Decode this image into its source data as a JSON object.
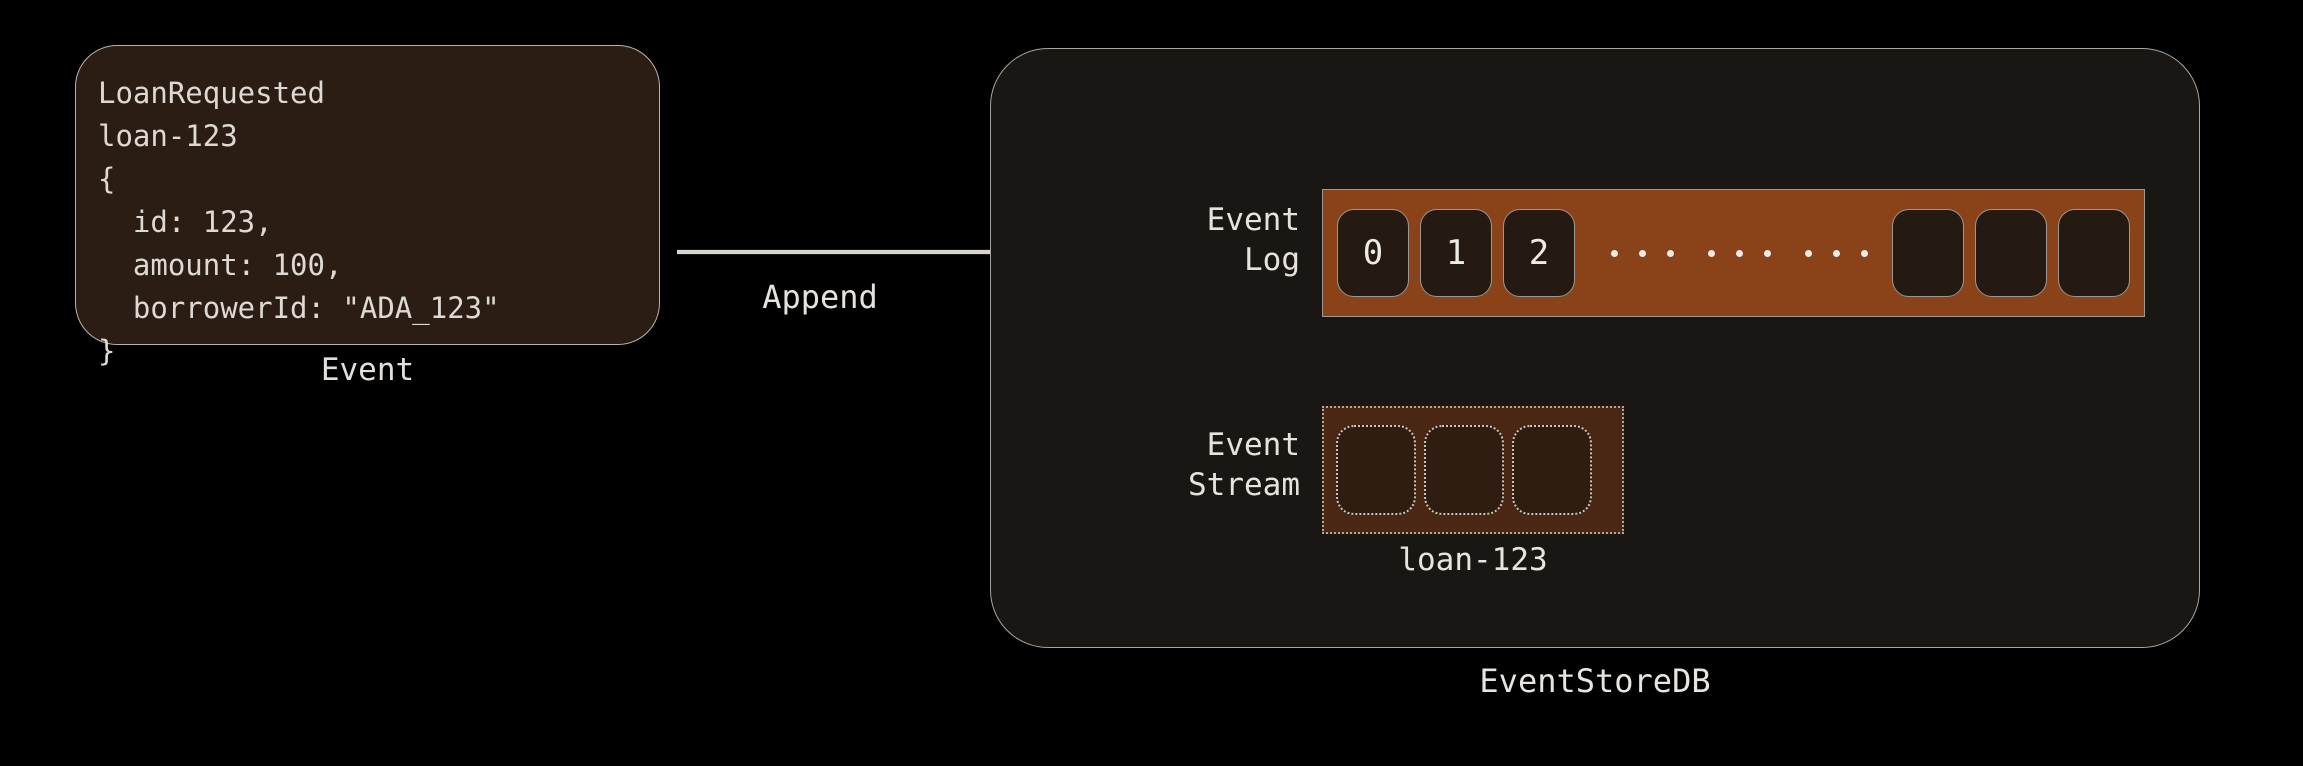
{
  "background_color": "#000000",
  "event_card": {
    "name": "Event",
    "caption": "Event",
    "fill_color": "#2b1d14",
    "border_color": "#b8b4b0",
    "code": "LoanRequested\nloan-123\n{\n  id: 123,\n  amount: 100,\n  borrowerId: \"ADA_123\"\n}",
    "event_type": "LoanRequested",
    "stream_id": "loan-123",
    "payload": {
      "id": "123",
      "amount": "100",
      "borrowerId": "\"ADA_123\""
    }
  },
  "arrow": {
    "label": "Append",
    "color": "#d8d4d0",
    "targets": [
      "Event Log",
      "Event Stream"
    ]
  },
  "eventstore": {
    "caption": "EventStoreDB",
    "fill_color": "#1a1614",
    "border_color": "#a9a5a1",
    "event_log": {
      "label": "Event\nLog",
      "label_line1": "Event",
      "label_line2": "Log",
      "bar_color": "#8a4318",
      "cell_color": "#241a12",
      "cells": [
        "0",
        "1",
        "2"
      ],
      "ellipsis_groups": 3,
      "ellipsis_dots_per_group": 3,
      "empty_cells": 3
    },
    "event_stream": {
      "label": "Event\nStream",
      "label_line1": "Event",
      "label_line2": "Stream",
      "box_color": "#4a2714",
      "cell_color": "#2e1d10",
      "border_style": "dotted",
      "empty_cells": 3,
      "caption": "loan-123"
    }
  }
}
